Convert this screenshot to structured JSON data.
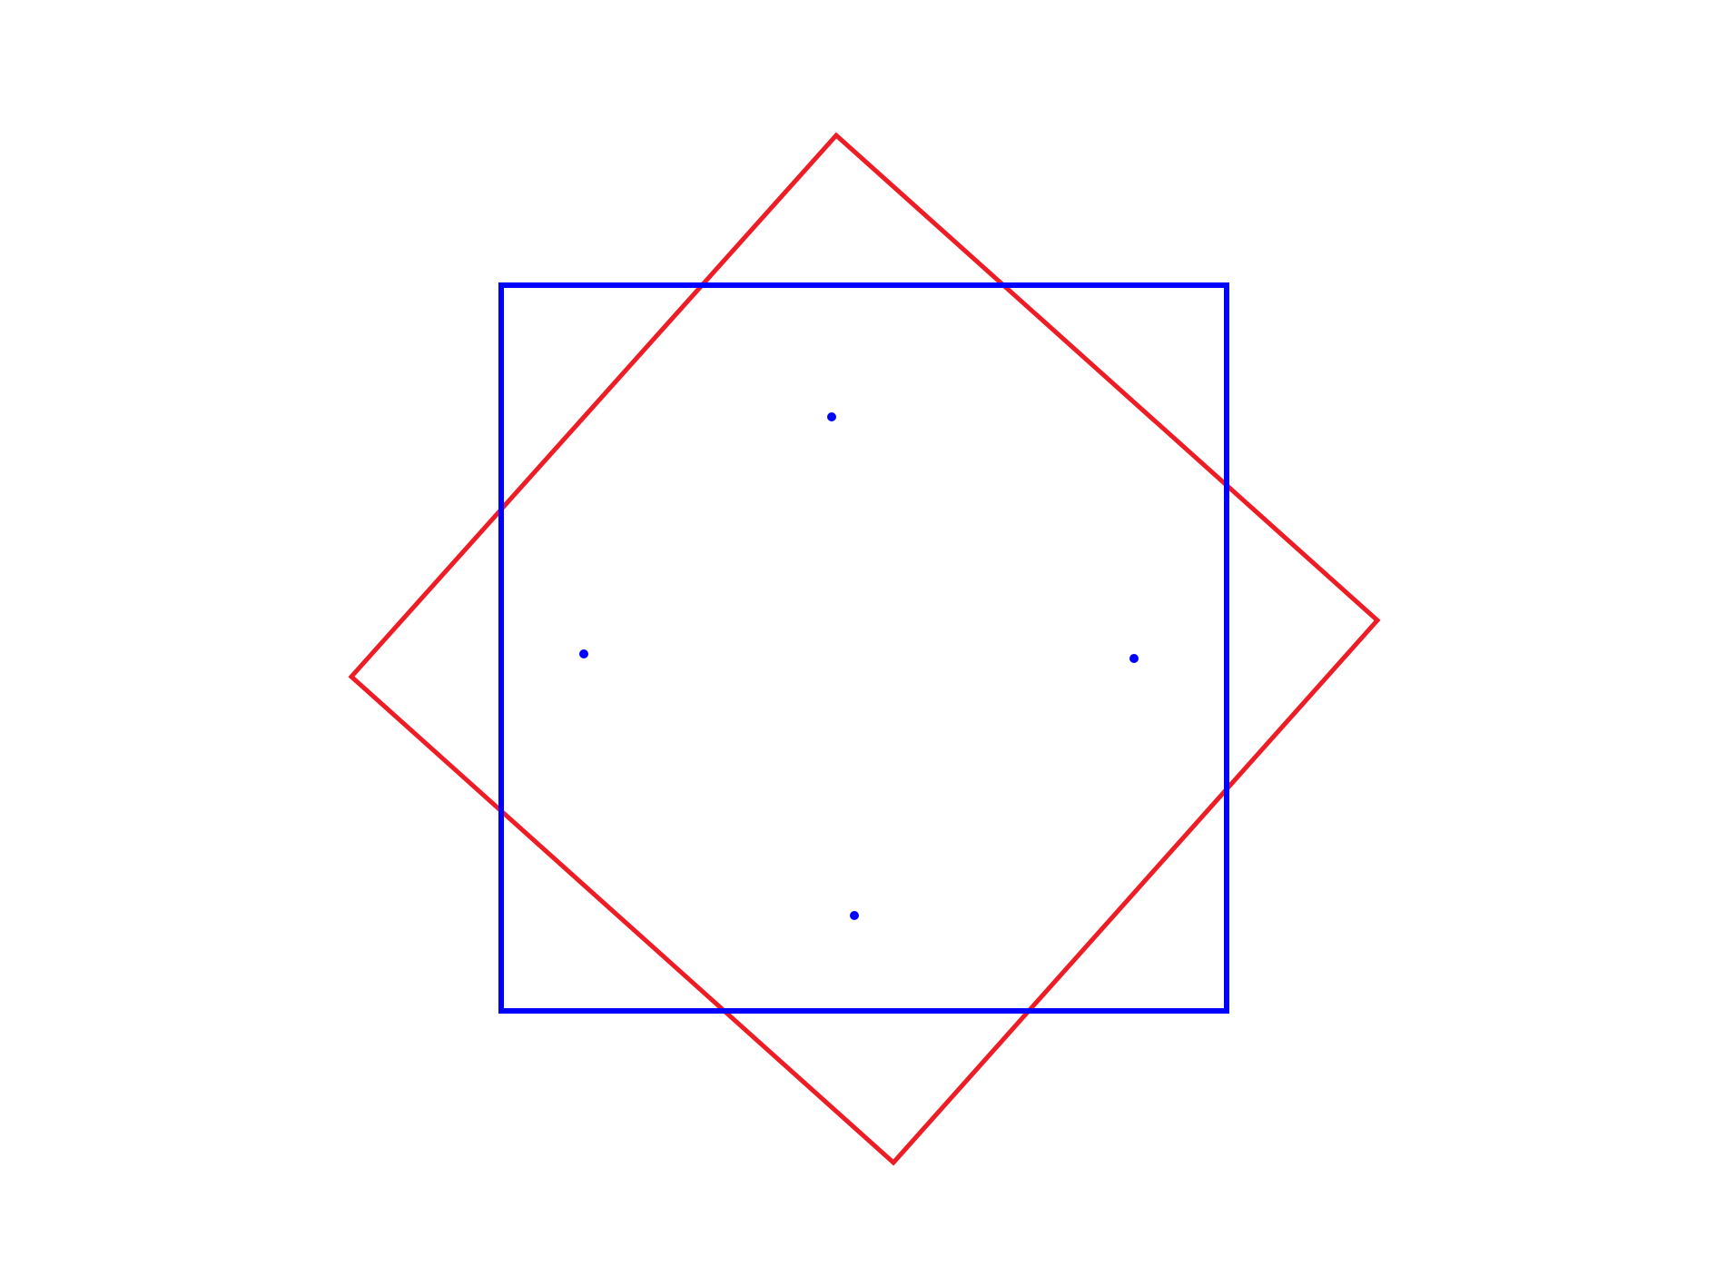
{
  "diagram": {
    "background": "#ffffff",
    "shapes": [
      {
        "name": "rotated-square",
        "kind": "square",
        "color": "#ee1c25",
        "rotated": true
      },
      {
        "name": "axis-aligned-square",
        "kind": "square",
        "color": "#0000ff",
        "rotated": false
      }
    ],
    "points": {
      "count": 4,
      "color": "#0000ff"
    }
  }
}
